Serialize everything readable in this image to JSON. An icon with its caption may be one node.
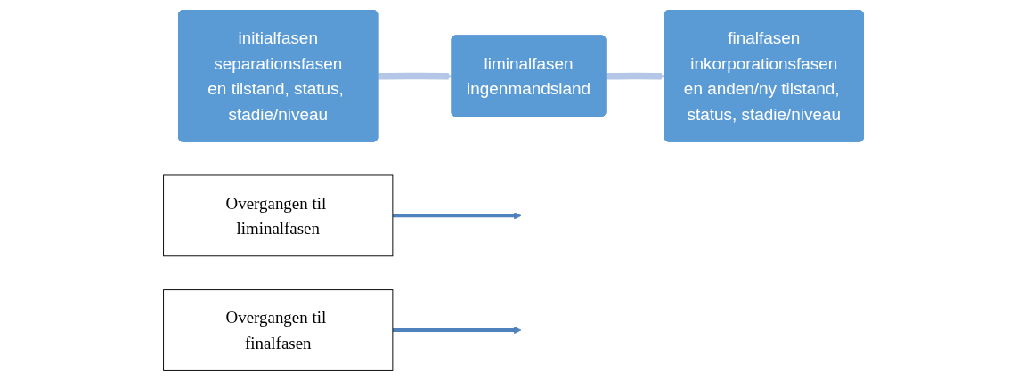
{
  "diagram": {
    "nodes": [
      {
        "text": [
          "Overgangen til liminalfasen"
        ]
      },
      {
        "text": [
          "Overgangen til finalfasen"
        ]
      },
      {
        "text": [
          "initialfasen",
          "separationsfasen",
          "en tilstand, status, stadie/niveau"
        ]
      },
      {
        "text": [
          "liminalfasen",
          "ingenmandsland"
        ]
      },
      {
        "text": [
          "finalfasen",
          "inkorporationsfasen",
          "en anden/ny tilstand, status, stadie/niveau"
        ]
      }
    ],
    "edges": [
      {
        "from": 0,
        "to": null,
        "arrow": "to",
        "color": "#4f81bd"
      },
      {
        "from": 1,
        "to": null,
        "arrow": "to",
        "color": "#4f81bd"
      },
      {
        "from": 2,
        "to": 3,
        "arrow": "to",
        "style": "thick",
        "color": "#b4c7e7"
      },
      {
        "from": 3,
        "to": 4,
        "arrow": "to",
        "style": "thick",
        "color": "#b4c7e7"
      }
    ]
  }
}
